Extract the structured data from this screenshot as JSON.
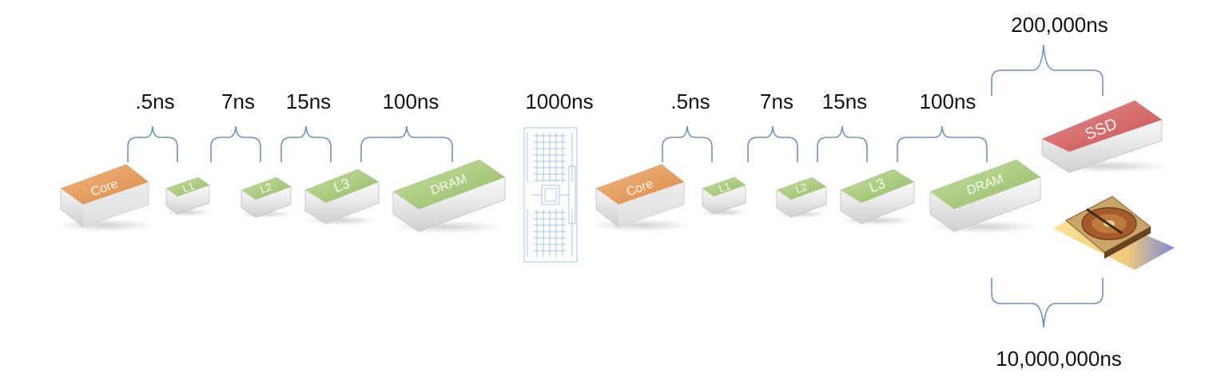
{
  "colors": {
    "core": "#e59a55",
    "cache": "#a9c97a",
    "dram": "#9cc46c",
    "ssd": "#d96464",
    "brace": "#6a93c2",
    "network": "#7fb2d8"
  },
  "left_group": {
    "chips": [
      "Core",
      "L1",
      "L2",
      "L3",
      "DRAM"
    ],
    "latencies": [
      ".5ns",
      "7ns",
      "15ns",
      "100ns"
    ]
  },
  "network": {
    "latency": "1000ns",
    "icon": "network-switch-diagram"
  },
  "right_group": {
    "chips": [
      "Core",
      "L1",
      "L2",
      "L3",
      "DRAM"
    ],
    "latencies": [
      ".5ns",
      "7ns",
      "15ns",
      "100ns"
    ]
  },
  "storage": {
    "ssd_label": "SSD",
    "ssd_latency": "200,000ns",
    "hdd_icon": "hard-disk-drive-image",
    "hdd_latency": "10,000,000ns"
  }
}
